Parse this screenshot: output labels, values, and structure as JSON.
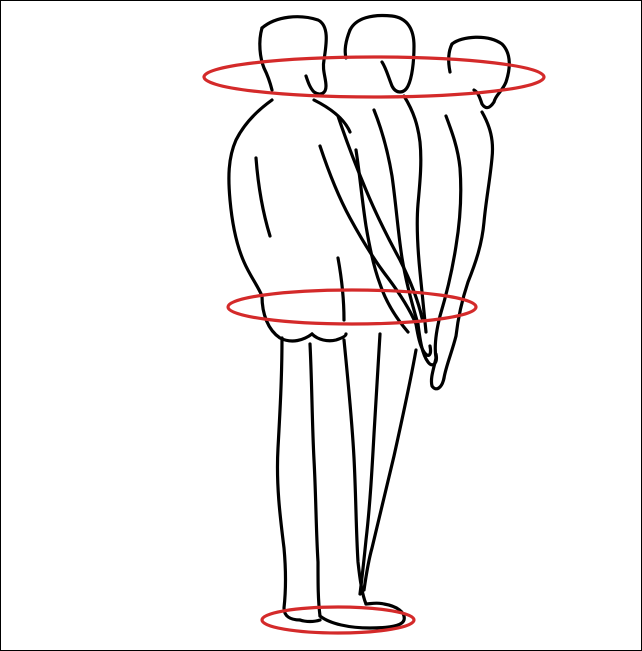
{
  "figure": {
    "colors": {
      "outline": "#000000",
      "marker": "#d42a2a",
      "background": "#ffffff"
    },
    "figures": [
      "back-figure",
      "middle-figure",
      "front-figure"
    ],
    "markers": [
      "head-level-ring",
      "hip-level-ring",
      "feet-level-ring"
    ]
  }
}
